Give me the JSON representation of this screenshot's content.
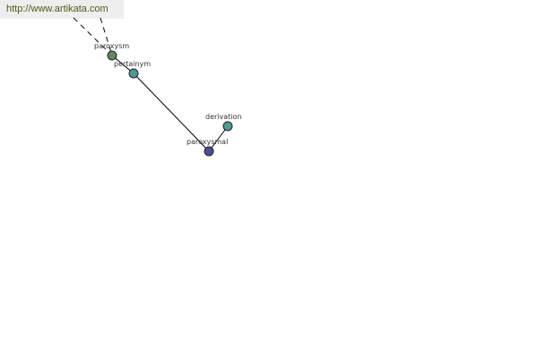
{
  "watermark": {
    "url": "http://www.artikata.com"
  },
  "graph": {
    "nodes": [
      {
        "id": "paroxysm",
        "label": "paroxysm",
        "color": "#5a8a5e"
      },
      {
        "id": "pertainym",
        "label": "pertainym",
        "color": "#4f9a96"
      },
      {
        "id": "paroxysmal",
        "label": "paroxysmal",
        "color": "#4a4e93"
      },
      {
        "id": "derivation",
        "label": "derivation",
        "color": "#4f9a96"
      }
    ],
    "edges": [
      {
        "from": "paroxysm",
        "to": "pertainym",
        "style": "solid"
      },
      {
        "from": "pertainym",
        "to": "paroxysmal",
        "style": "solid"
      },
      {
        "from": "paroxysmal",
        "to": "derivation",
        "style": "solid"
      }
    ]
  }
}
